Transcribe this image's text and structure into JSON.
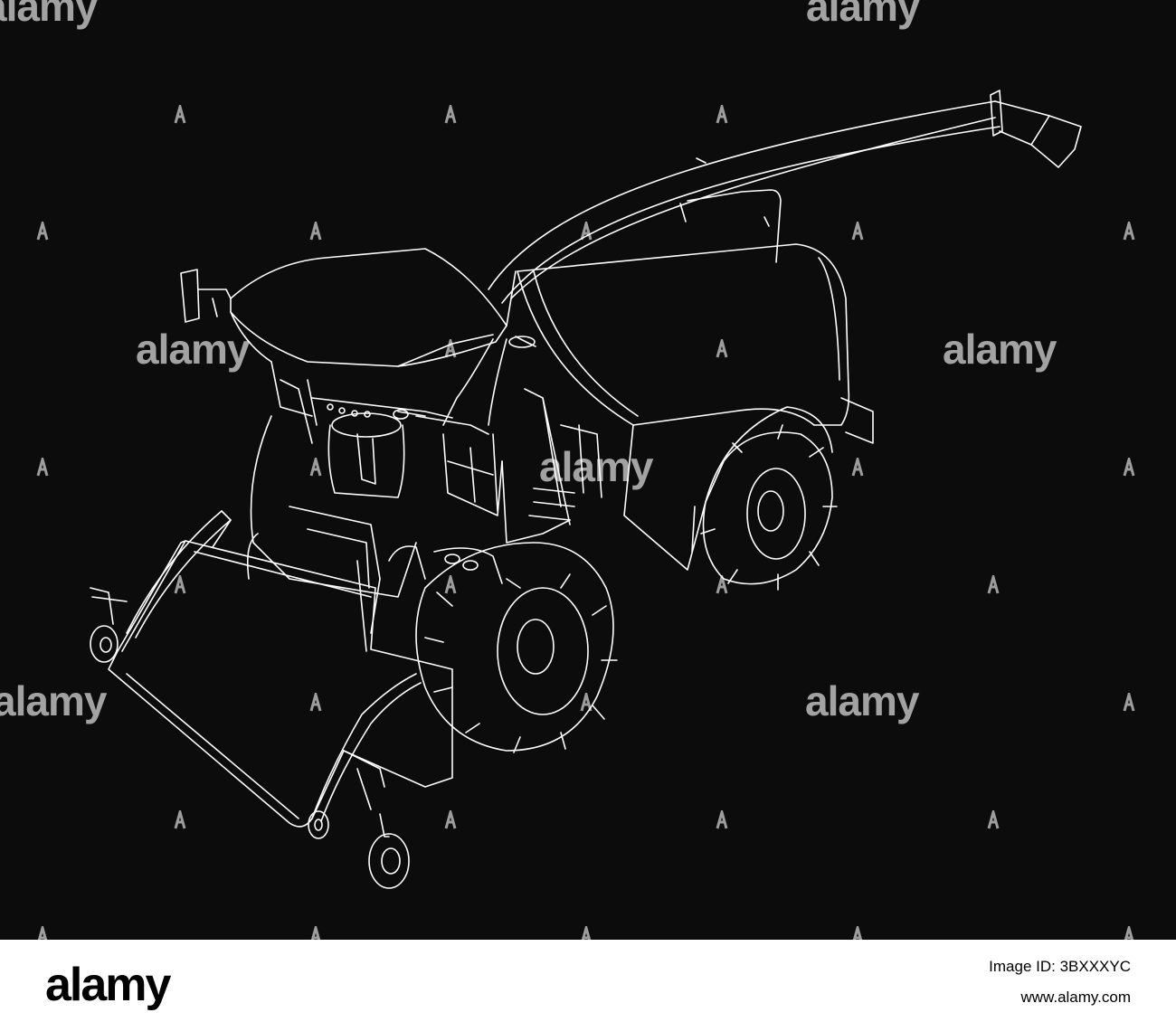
{
  "photo": {
    "subject_icon": "forage-harvester-line-drawing",
    "background_color": "#0c0c0c",
    "line_color": "#ffffff"
  },
  "watermark": {
    "text": "alamy",
    "small_icon": "alamy-a-icon"
  },
  "footer": {
    "brand": "alamy",
    "image_id": "Image ID: 3BXXXYC",
    "site": "www.alamy.com",
    "background_color": "#ffffff"
  }
}
